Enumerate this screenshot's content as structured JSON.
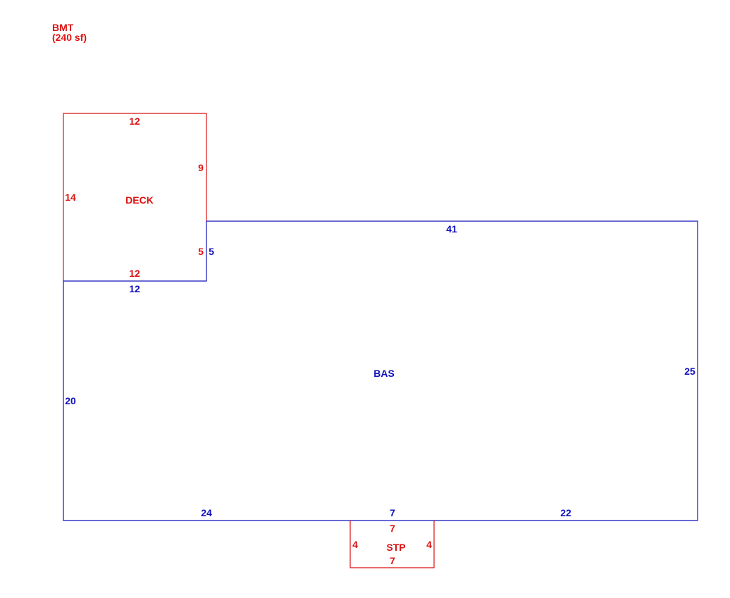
{
  "colors": {
    "red": "#dd1111",
    "blue": "#1111bb"
  },
  "note": {
    "name": "BMT",
    "area": "(240 sf)"
  },
  "areas": {
    "deck": {
      "label": "DECK",
      "top": "12",
      "right_upper": "9",
      "left": "14",
      "right_lower": "5",
      "bottom": "12"
    },
    "bas": {
      "label": "BAS",
      "top": "41",
      "left_step": "5",
      "top_left": "12",
      "left": "20",
      "right": "25",
      "bottom_left": "24",
      "bottom_mid": "7",
      "bottom_right": "22"
    },
    "stp": {
      "label": "STP",
      "top": "7",
      "left": "4",
      "right": "4",
      "bottom": "7"
    }
  }
}
